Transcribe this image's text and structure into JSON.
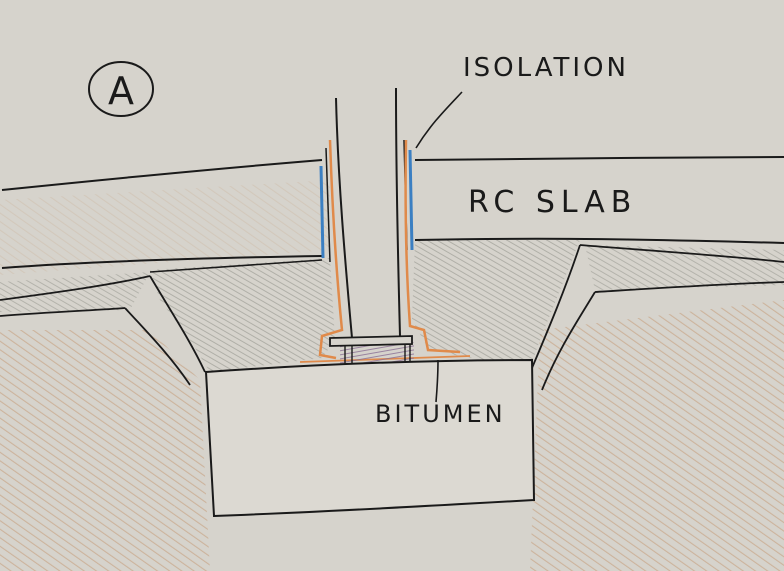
{
  "diagram": {
    "marker_letter": "A",
    "labels": {
      "isolation": "ISOLATION",
      "slab": "RC SLAB",
      "bitumen": "BITUMEN"
    }
  },
  "colors": {
    "paper": "#d6d3cc",
    "ink": "#1a1a1a",
    "isolation_blue": "#3b7fc2",
    "orange_pencil": "#e08a4a",
    "gravel_grey": "#a3a39b",
    "soil_tan": "#c9a88c",
    "bitumen_purple": "#8a6f94",
    "foundation_fill": "#dcd9d2"
  }
}
